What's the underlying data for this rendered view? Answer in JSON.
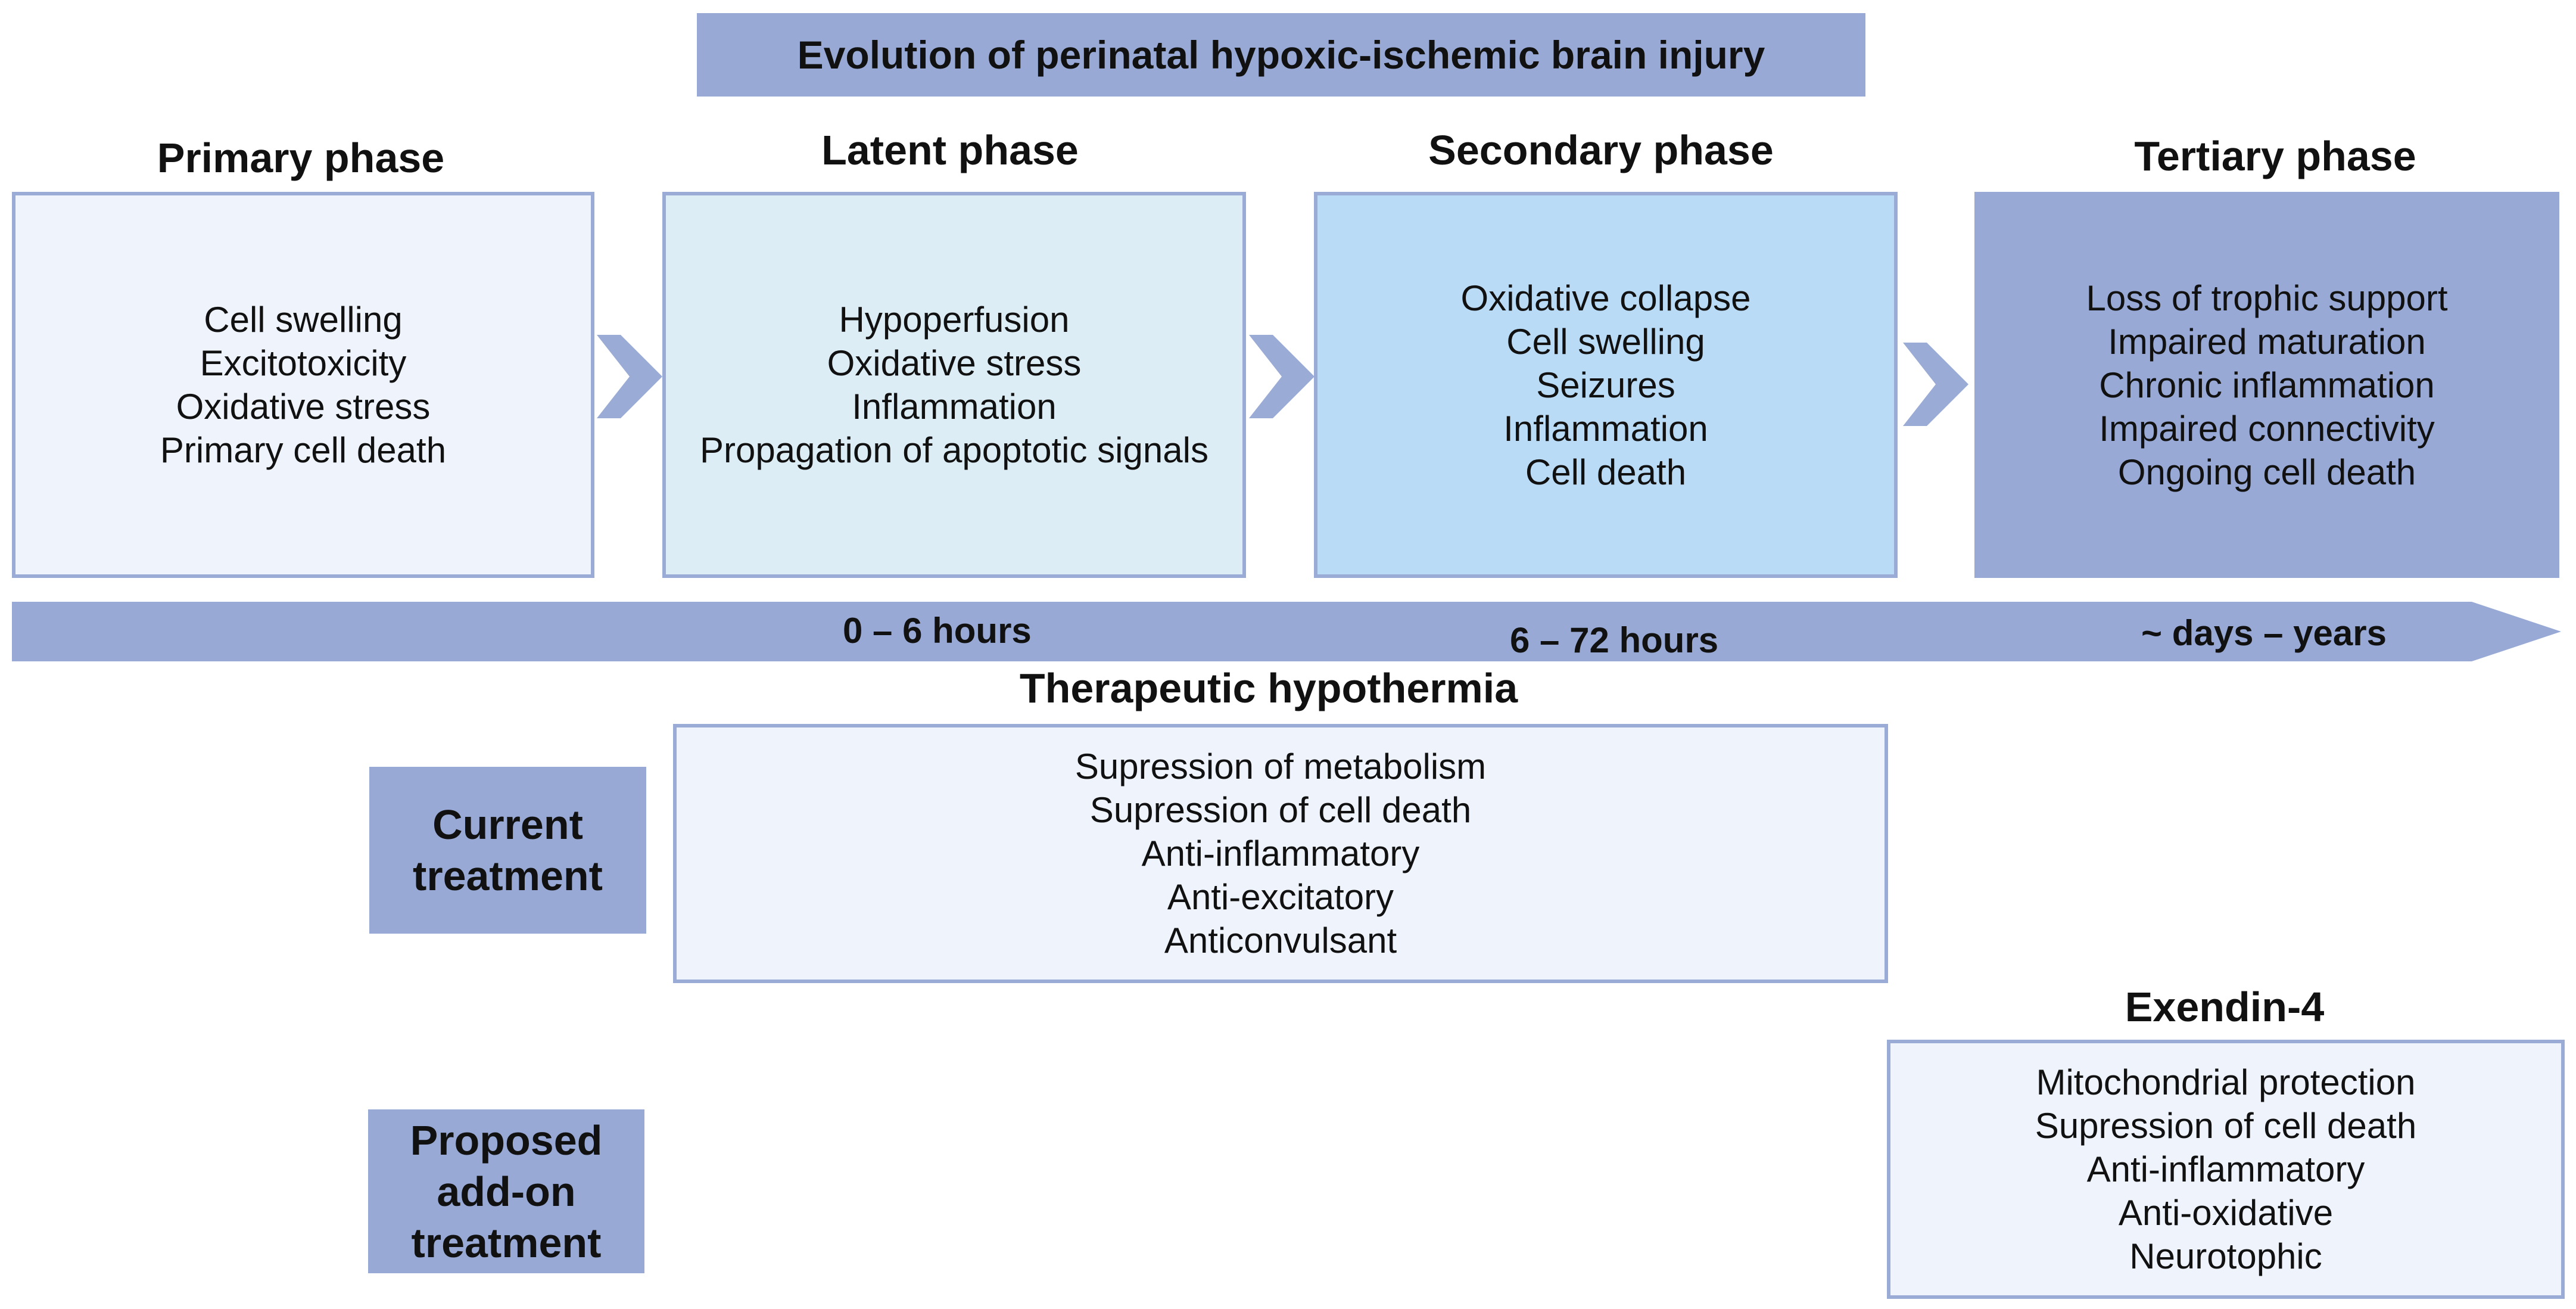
{
  "title": "Evolution of perinatal hypoxic-ischemic brain injury",
  "phases": [
    {
      "title": "Primary phase",
      "items": [
        "Cell swelling",
        "Excitotoxicity",
        "Oxidative stress",
        "Primary cell death"
      ]
    },
    {
      "title": "Latent phase",
      "items": [
        "Hypoperfusion",
        "Oxidative stress",
        "Inflammation",
        "Propagation of apoptotic signals"
      ]
    },
    {
      "title": "Secondary phase",
      "items": [
        "Oxidative collapse",
        "Cell swelling",
        "Seizures",
        "Inflammation",
        "Cell death"
      ]
    },
    {
      "title": "Tertiary phase",
      "items": [
        "Loss of trophic support",
        "Impaired maturation",
        "Chronic inflammation",
        "Impaired connectivity",
        "Ongoing cell death"
      ]
    }
  ],
  "timeline": {
    "labels": [
      "0 – 6 hours",
      "6 – 72 hours",
      "~ days – years"
    ]
  },
  "current_treatment": {
    "label_lines": [
      "Current",
      "treatment"
    ],
    "title": "Therapeutic hypothermia",
    "items": [
      "Supression of metabolism",
      "Supression of cell death",
      "Anti-inflammatory",
      "Anti-excitatory",
      "Anticonvulsant"
    ]
  },
  "proposed_treatment": {
    "label_lines": [
      "Proposed",
      "add-on",
      "treatment"
    ],
    "title": "Exendin-4",
    "items": [
      "Mitochondrial protection",
      "Supression of cell death",
      "Anti-inflammatory",
      "Anti-oxidative",
      "Neurotophic"
    ]
  },
  "colors": {
    "banner": "#97a9d4",
    "primary_box": "#eef3fc",
    "latent_box": "#dcedf5",
    "secondary_box": "#badbf5",
    "tertiary_box": "#97a9d4",
    "border": "#9aabd6",
    "arrow": "#9aabd6"
  }
}
